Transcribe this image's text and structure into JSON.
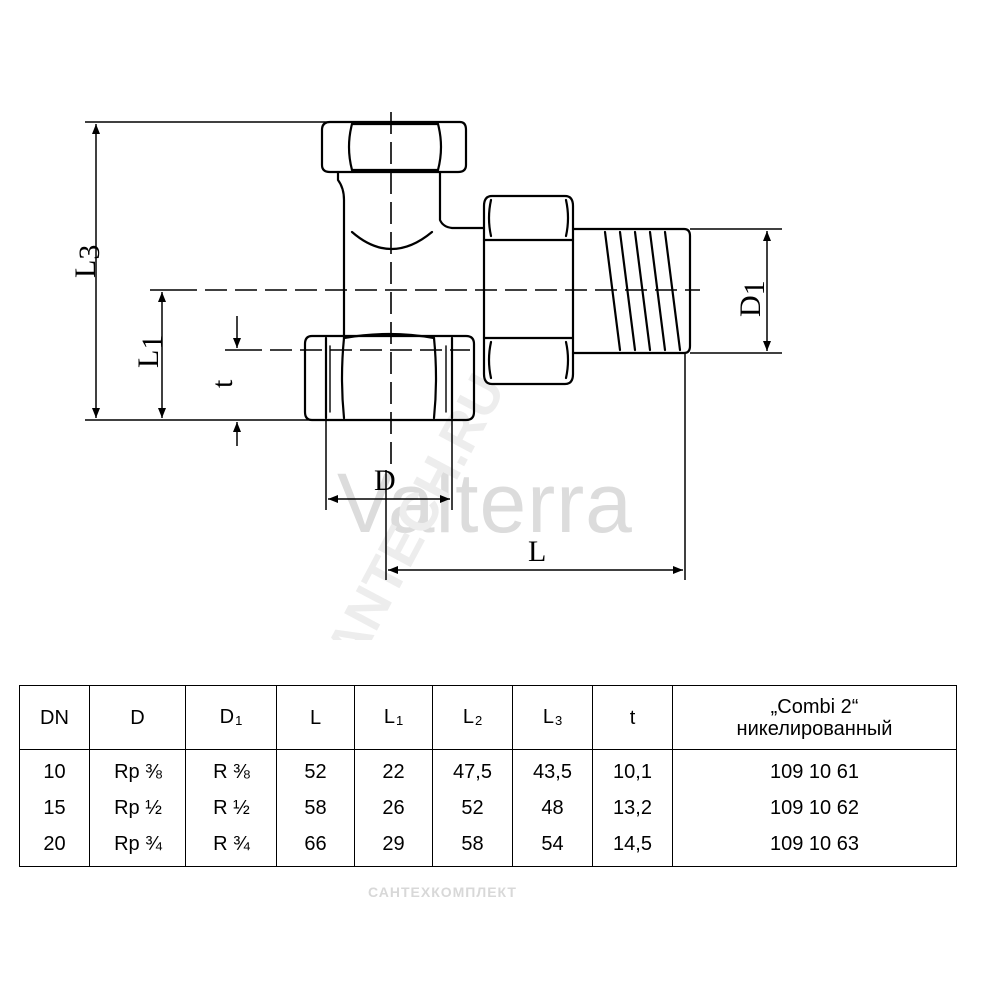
{
  "watermarks": {
    "brand": "Valterra",
    "diagonal": "SANTECH.RU",
    "footer": "САНТЕХКОМПЛЕКТ"
  },
  "dimension_labels": {
    "L3": {
      "main": "L",
      "sub": "3"
    },
    "L1": {
      "main": "L",
      "sub": "1"
    },
    "t": "t",
    "D": "D",
    "L": "L",
    "D1": {
      "main": "D",
      "sub": "1"
    }
  },
  "table": {
    "headers": {
      "dn": "DN",
      "d": "D",
      "d1": {
        "main": "D",
        "sub": "1"
      },
      "l": "L",
      "l1": {
        "main": "L",
        "sub": "1"
      },
      "l2": {
        "main": "L",
        "sub": "2"
      },
      "l3": {
        "main": "L",
        "sub": "3"
      },
      "t": "t",
      "article_line1": "„Combi 2“",
      "article_line2": "никелированный"
    },
    "rows": [
      {
        "dn": "10",
        "d_prefix": "Rp",
        "d_frac": "⅜",
        "d1_prefix": "R",
        "d1_frac": "⅜",
        "l": "52",
        "l1": "22",
        "l2": "47,5",
        "l3": "43,5",
        "t": "10,1",
        "article": "109 10 61"
      },
      {
        "dn": "15",
        "d_prefix": "Rp",
        "d_frac": "½",
        "d1_prefix": "R",
        "d1_frac": "½",
        "l": "58",
        "l1": "26",
        "l2": "52",
        "l3": "48",
        "t": "13,2",
        "article": "109 10 62"
      },
      {
        "dn": "20",
        "d_prefix": "Rp",
        "d_frac": "¾",
        "d1_prefix": "R",
        "d1_frac": "¾",
        "l": "66",
        "l1": "29",
        "l2": "58",
        "l3": "54",
        "t": "14,5",
        "article": "109 10 63"
      }
    ]
  }
}
